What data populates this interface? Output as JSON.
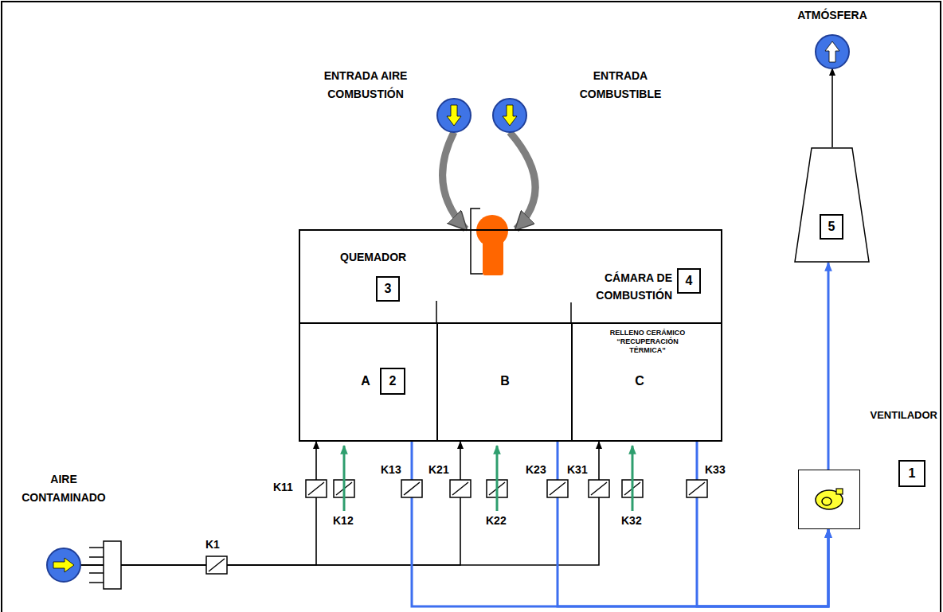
{
  "diagram": {
    "nodes": [
      {
        "text": [
          "QUEMADOR",
          "CÁMARA DE COMBUSTIÓN"
        ]
      },
      {
        "text": [
          "3"
        ],
        "in": 0
      },
      {
        "text": [
          "4"
        ],
        "in": 0
      },
      {
        "text": [
          "A"
        ]
      },
      {
        "text": [
          "2"
        ],
        "in": 3
      },
      {
        "text": [
          "B"
        ]
      },
      {
        "text": [
          "RELLENO CERÁMICO “RECUPERACIÓN TÉRMICA”",
          "C"
        ]
      },
      {
        "text": [
          "ENTRADA AIRE COMBUSTIÓN"
        ]
      },
      {
        "text": [
          "ENTRADA COMBUSTIBLE"
        ]
      },
      {
        "text": [
          "AIRE CONTAMINADO"
        ]
      },
      {
        "text": [
          "VENTILADOR"
        ]
      },
      {
        "text": [
          "1"
        ]
      },
      {
        "text": [
          "5"
        ]
      },
      {
        "text": [
          "ATMÓSFERA"
        ]
      }
    ],
    "edges": [
      {
        "from": 9,
        "to": 3,
        "arrow": "to"
      },
      {
        "from": 9,
        "to": 5,
        "arrow": "to"
      },
      {
        "from": 9,
        "to": 6,
        "arrow": "to"
      },
      {
        "from": 3,
        "to": 10,
        "arrow": "to"
      },
      {
        "from": 5,
        "to": 10,
        "arrow": "to"
      },
      {
        "from": 6,
        "to": 10,
        "arrow": "to"
      },
      {
        "from": 10,
        "to": 12,
        "arrow": "to"
      },
      {
        "from": 12,
        "to": 13,
        "arrow": "to"
      },
      {
        "from": 7,
        "to": 0,
        "arrow": "to"
      },
      {
        "from": 8,
        "to": 0,
        "arrow": "to"
      }
    ],
    "labels": [
      "K1",
      "K11",
      "K12",
      "K13",
      "K21",
      "K22",
      "K23",
      "K31",
      "K32",
      "K33"
    ]
  }
}
